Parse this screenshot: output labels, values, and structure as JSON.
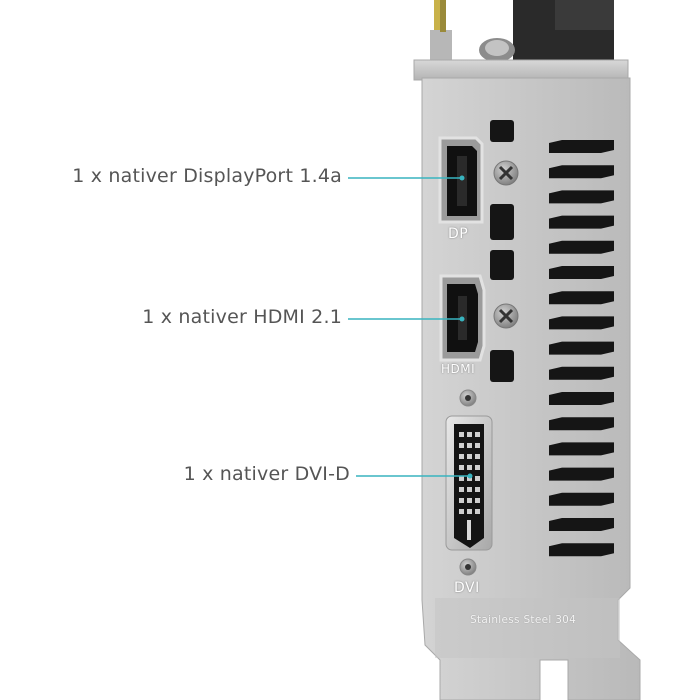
{
  "callouts": {
    "displayport": "1 x nativer DisplayPort 1.4a",
    "hdmi": "1 x nativer HDMI 2.1",
    "dvi": "1 x nativer DVI-D"
  },
  "port_labels": {
    "dp": "DP",
    "hdmi": "HDMI",
    "dvi": "DVI"
  },
  "engraving": "Stainless Steel 304",
  "colors": {
    "callout_line": "#38b4bf",
    "bracket": "#c9c9c9",
    "slot": "#151515",
    "text": "#555555"
  }
}
